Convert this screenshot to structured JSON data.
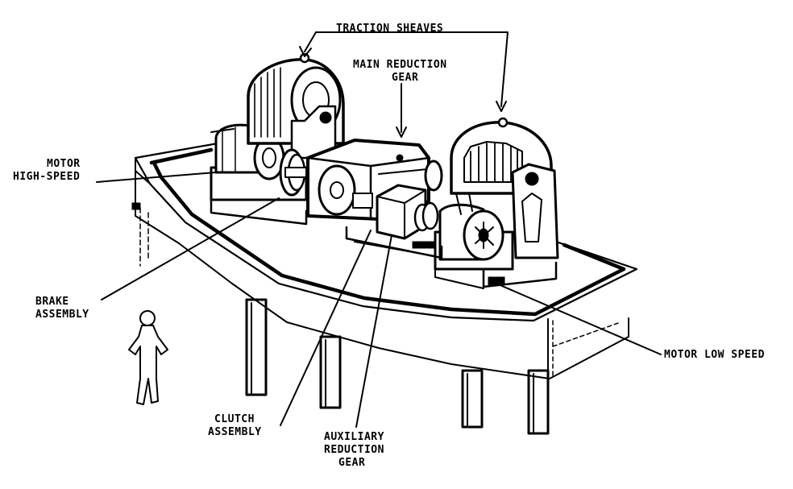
{
  "diagram": {
    "labels": {
      "traction_sheaves": "TRACTION SHEAVES",
      "main_reduction_gear_line1": "MAIN REDUCTION",
      "main_reduction_gear_line2": "GEAR",
      "motor_high_speed_line1": "MOTOR",
      "motor_high_speed_line2": "HIGH-SPEED",
      "brake_assembly_line1": "BRAKE",
      "brake_assembly_line2": "ASSEMBLY",
      "motor_low_speed": "MOTOR LOW SPEED",
      "clutch_assembly_line1": "CLUTCH",
      "clutch_assembly_line2": "ASSEMBLY",
      "auxiliary_reduction_gear_line1": "AUXILIARY",
      "auxiliary_reduction_gear_line2": "REDUCTION",
      "auxiliary_reduction_gear_line3": "GEAR"
    },
    "colors": {
      "ink": "#000000",
      "paper": "#ffffff"
    }
  }
}
